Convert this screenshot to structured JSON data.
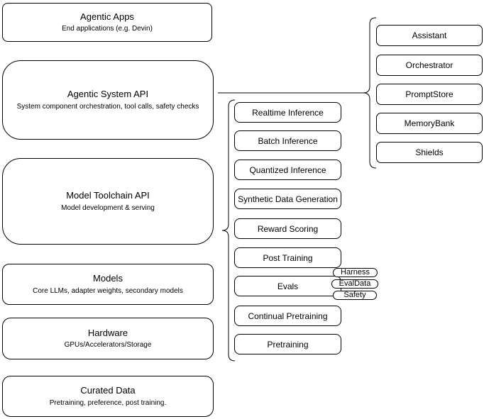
{
  "diagram": {
    "left_stack": [
      {
        "title": "Agentic Apps",
        "subtitle": "End applications (e.g. Devin)"
      },
      {
        "title": "Agentic System API",
        "subtitle": "System component orchestration, tool calls, safety checks"
      },
      {
        "title": "Model Toolchain API",
        "subtitle": "Model development & serving"
      },
      {
        "title": "Models",
        "subtitle": "Core LLMs, adapter weights, secondary models"
      },
      {
        "title": "Hardware",
        "subtitle": "GPUs/Accelerators/Storage"
      },
      {
        "title": "Curated Data",
        "subtitle": "Pretraining, preference, post training."
      }
    ],
    "toolchain_items": [
      "Realtime Inference",
      "Batch Inference",
      "Quantized Inference",
      "Synthetic Data Generation",
      "Reward Scoring",
      "Post Training",
      "Evals",
      "Continual Pretraining",
      "Pretraining"
    ],
    "eval_tags": [
      "Harness",
      "EvalData",
      "Safety"
    ],
    "system_components": [
      "Assistant",
      "Orchestrator",
      "PromptStore",
      "MemoryBank",
      "Shields"
    ],
    "colors": {
      "border": "#000000",
      "background": "#ffffff",
      "text": "#000000"
    }
  }
}
